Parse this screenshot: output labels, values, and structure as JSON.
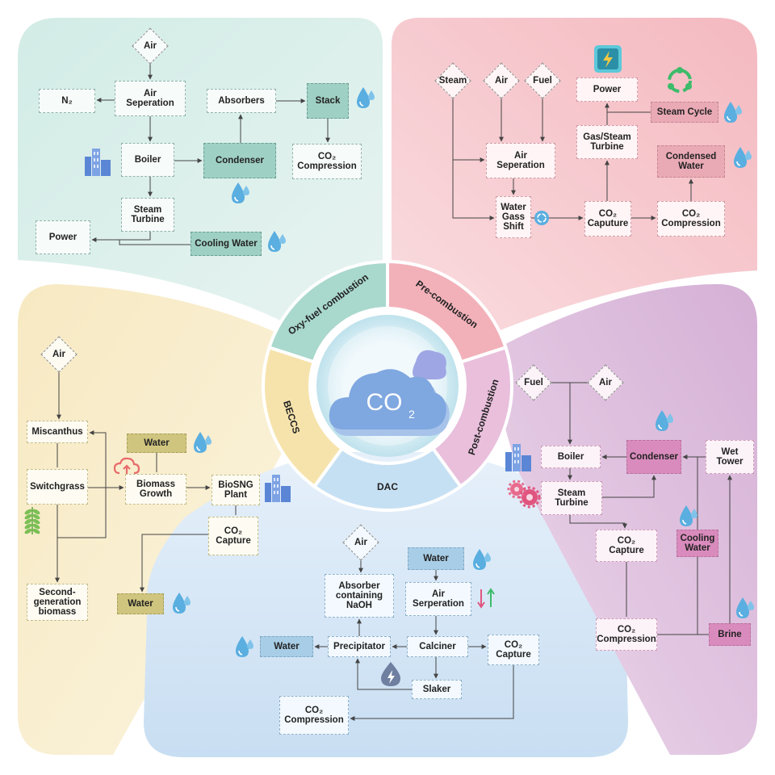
{
  "sectors": {
    "oxyfuel": "Oxy-fuel combustion",
    "precombustion": "Pre-combustion",
    "postcombustion": "Post-combustion",
    "dac": "DAC",
    "beccs": "BECCS"
  },
  "center": {
    "co2": "CO",
    "sub": "2"
  },
  "oxyfuel": {
    "air": "Air",
    "n2": "N₂",
    "air_separation": "Air\nSeperation",
    "absorbers": "Absorbers",
    "stack": "Stack",
    "boiler": "Boiler",
    "condenser": "Condenser",
    "co2_compression": "CO₂\nCompression",
    "steam_turbine": "Steam\nTurbine",
    "power": "Power",
    "cooling_water": "Cooling Water"
  },
  "precombustion": {
    "steam": "Steam",
    "air": "Air",
    "fuel": "Fuel",
    "power": "Power",
    "steam_cycle": "Steam Cycle",
    "gas_steam_turbine": "Gas/Steam\nTurbine",
    "air_separation": "Air\nSeperation",
    "condensed_water": "Condensed\nWater",
    "water_gas_shift": "Water\nGass\nShift",
    "co2_capture": "CO₂\nCaputure",
    "co2_compression": "CO₂\nCompression"
  },
  "postcombustion": {
    "fuel": "Fuel",
    "air": "Air",
    "boiler": "Boiler",
    "condenser": "Condenser",
    "wet_tower": "Wet\nTower",
    "steam_turbine": "Steam\nTurbine",
    "co2_capture": "CO₂\nCapture",
    "cooling_water": "Cooling\nWater",
    "co2_compression": "CO₂\nCompression",
    "brine": "Brine"
  },
  "dac": {
    "air": "Air",
    "water_top": "Water",
    "absorber": "Absorber\ncontaining\nNaOH",
    "air_separation": "Air\nSerperation",
    "water_left": "Water",
    "precipitator": "Precipitator",
    "calciner": "Calciner",
    "co2_capture": "CO₂\nCapture",
    "slaker": "Slaker",
    "co2_compression": "CO₂\nCompression"
  },
  "beccs": {
    "air": "Air",
    "miscanthus": "Miscanthus",
    "water_top": "Water",
    "switchgrass": "Switchgrass",
    "biomass_growth": "Biomass\nGrowth",
    "biosng_plant": "BioSNG\nPlant",
    "co2_capture": "CO₂\nCapture",
    "second_generation": "Second-\ngeneration\nbiomass",
    "water_bottom": "Water"
  },
  "colors": {
    "teal_bg": "#d9eeea",
    "pink_bg": "#f6c9ce",
    "yellow_bg": "#f8edcc",
    "blue_bg": "#d4e6f5",
    "purple_bg": "#e3c6e1",
    "water_icon": "#5aaee0",
    "factory_icon": "#5b86d6"
  },
  "icons": [
    "water-drop-icon",
    "factory-icon",
    "lightning-icon",
    "recycle-icon",
    "gear-icon",
    "cloud-upload-icon",
    "leaf-icon",
    "arrows-icon"
  ]
}
